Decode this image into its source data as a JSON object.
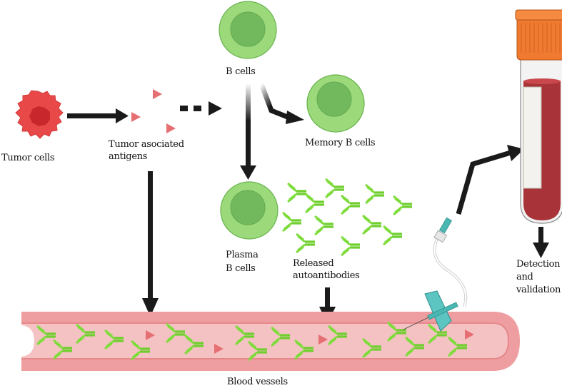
{
  "diagram": {
    "labels": {
      "tumor_cells": "Tumor cells",
      "tumor_antigens_line1": "Tumor asociated",
      "tumor_antigens_line2": "antigens",
      "b_cells": "B cells",
      "memory_b_cells": "Memory B cells",
      "plasma_line1": "Plasma",
      "plasma_line2": "B cells",
      "released_line1": "Released",
      "released_line2": "autoantibodies",
      "detection_line1": "Detection",
      "detection_line2": "and",
      "detection_line3": "validation",
      "blood_vessels": "Blood vessels"
    },
    "icons": [
      "tumor-cell-icon",
      "antigen-icon",
      "b-cell-icon",
      "antibody-icon",
      "blood-tube-icon",
      "butterfly-needle-icon",
      "blood-vessel-icon"
    ],
    "colors": {
      "tumor": "#e84848",
      "tumor_nucleus": "#c8282c",
      "antigen": "#e56f72",
      "cell_outer": "#9bd97a",
      "cell_inner": "#72b95e",
      "antibody": "#7ddc3a",
      "vessel_wall": "#ee9ea0",
      "vessel_lumen": "#f5c2c3",
      "tube_cap": "#f07a30",
      "blood": "#a8343a",
      "needle": "#5cc5c2",
      "arrow": "#1a1a1a"
    }
  }
}
